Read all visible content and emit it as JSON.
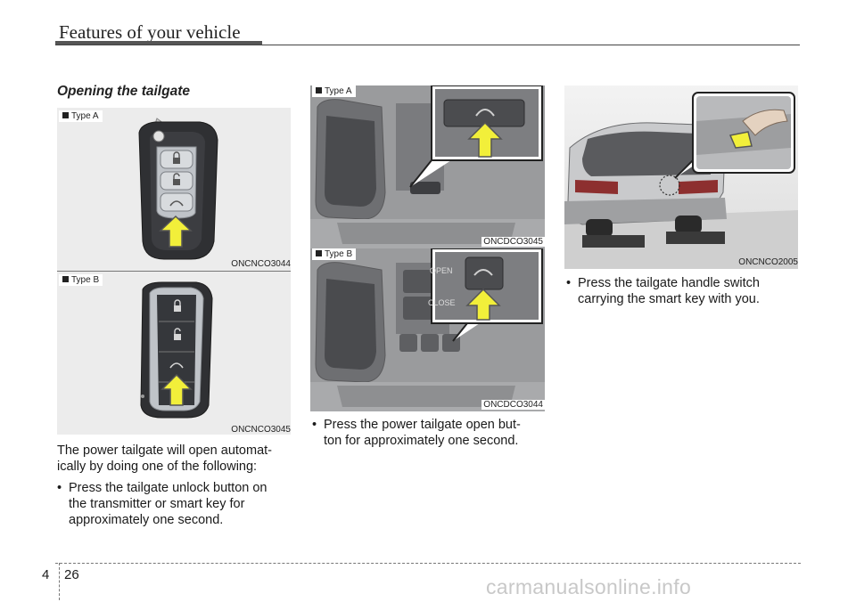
{
  "header": {
    "title": "Features of your vehicle"
  },
  "section": {
    "title": "Opening the tailgate"
  },
  "figures": {
    "fob_a": {
      "label": "Type A",
      "code": "ONCNCO3044"
    },
    "fob_b": {
      "label": "Type B",
      "code": "ONCNCO3045"
    },
    "console_a": {
      "label": "Type A",
      "code": "ONCDCO3045"
    },
    "console_b": {
      "label": "Type B",
      "code": "ONCDCO3044"
    },
    "car": {
      "code": "ONCNCO2005"
    },
    "console_b_switch": {
      "open": "OPEN",
      "close": "CLOSE"
    }
  },
  "body": {
    "intro": [
      "The power tailgate will open automat-",
      "ically by doing one of the following:"
    ],
    "bullet_1": [
      "Press the tailgate unlock button on",
      "the transmitter or smart key for",
      "approximately one second."
    ],
    "bullet_2": [
      "Press the power tailgate open but-",
      "ton for approximately one second."
    ],
    "bullet_3": [
      "Press the tailgate handle switch",
      "carrying the smart key with you."
    ],
    "bullet_symbol": "•"
  },
  "footer": {
    "section": "4",
    "page": "26"
  },
  "watermark": "carmanualsonline.info",
  "colors": {
    "arrow": "#f2ef3a",
    "arrow_stroke": "#555555",
    "rule": "#444444"
  }
}
